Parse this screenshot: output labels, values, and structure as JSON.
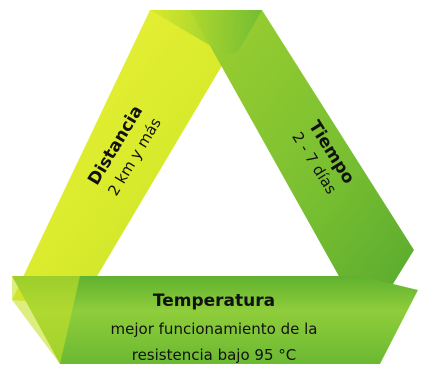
{
  "diagram": {
    "segments": [
      {
        "key": "distancia",
        "title": "Distancia",
        "subtitle": "2 km y más",
        "color_light": "#e2ee2a",
        "color_dark": "#b7d62a"
      },
      {
        "key": "tiempo",
        "title": "Tiempo",
        "subtitle": "2 - 7 días",
        "color_light": "#a4d22c",
        "color_dark": "#5fae2e"
      },
      {
        "key": "temperatura",
        "title": "Temperatura",
        "subtitle_line1": "mejor funcionamiento de la",
        "subtitle_line2": "resistencia bajo 95 °C",
        "color_light": "#83c934",
        "color_dark": "#3c9a2e"
      }
    ]
  }
}
